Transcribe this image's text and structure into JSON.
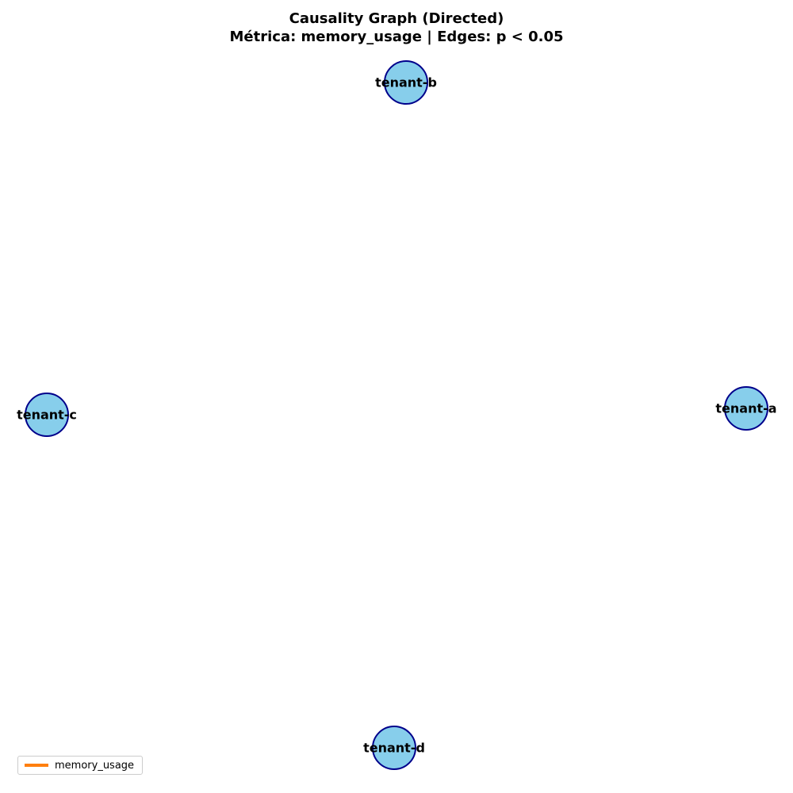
{
  "title": {
    "line1": "Causality Graph (Directed)",
    "line2": "Métrica: memory_usage | Edges: p < 0.05"
  },
  "colors": {
    "node_fill": "#87ceeb",
    "node_stroke": "#00008b",
    "edge_memory_usage": "#ff7f0e"
  },
  "graph": {
    "nodes": [
      {
        "id": "tenant-a",
        "label": "tenant-a"
      },
      {
        "id": "tenant-b",
        "label": "tenant-b"
      },
      {
        "id": "tenant-c",
        "label": "tenant-c"
      },
      {
        "id": "tenant-d",
        "label": "tenant-d"
      }
    ],
    "edges": []
  },
  "legend": {
    "items": [
      {
        "label": "memory_usage",
        "color": "#ff7f0e"
      }
    ]
  }
}
